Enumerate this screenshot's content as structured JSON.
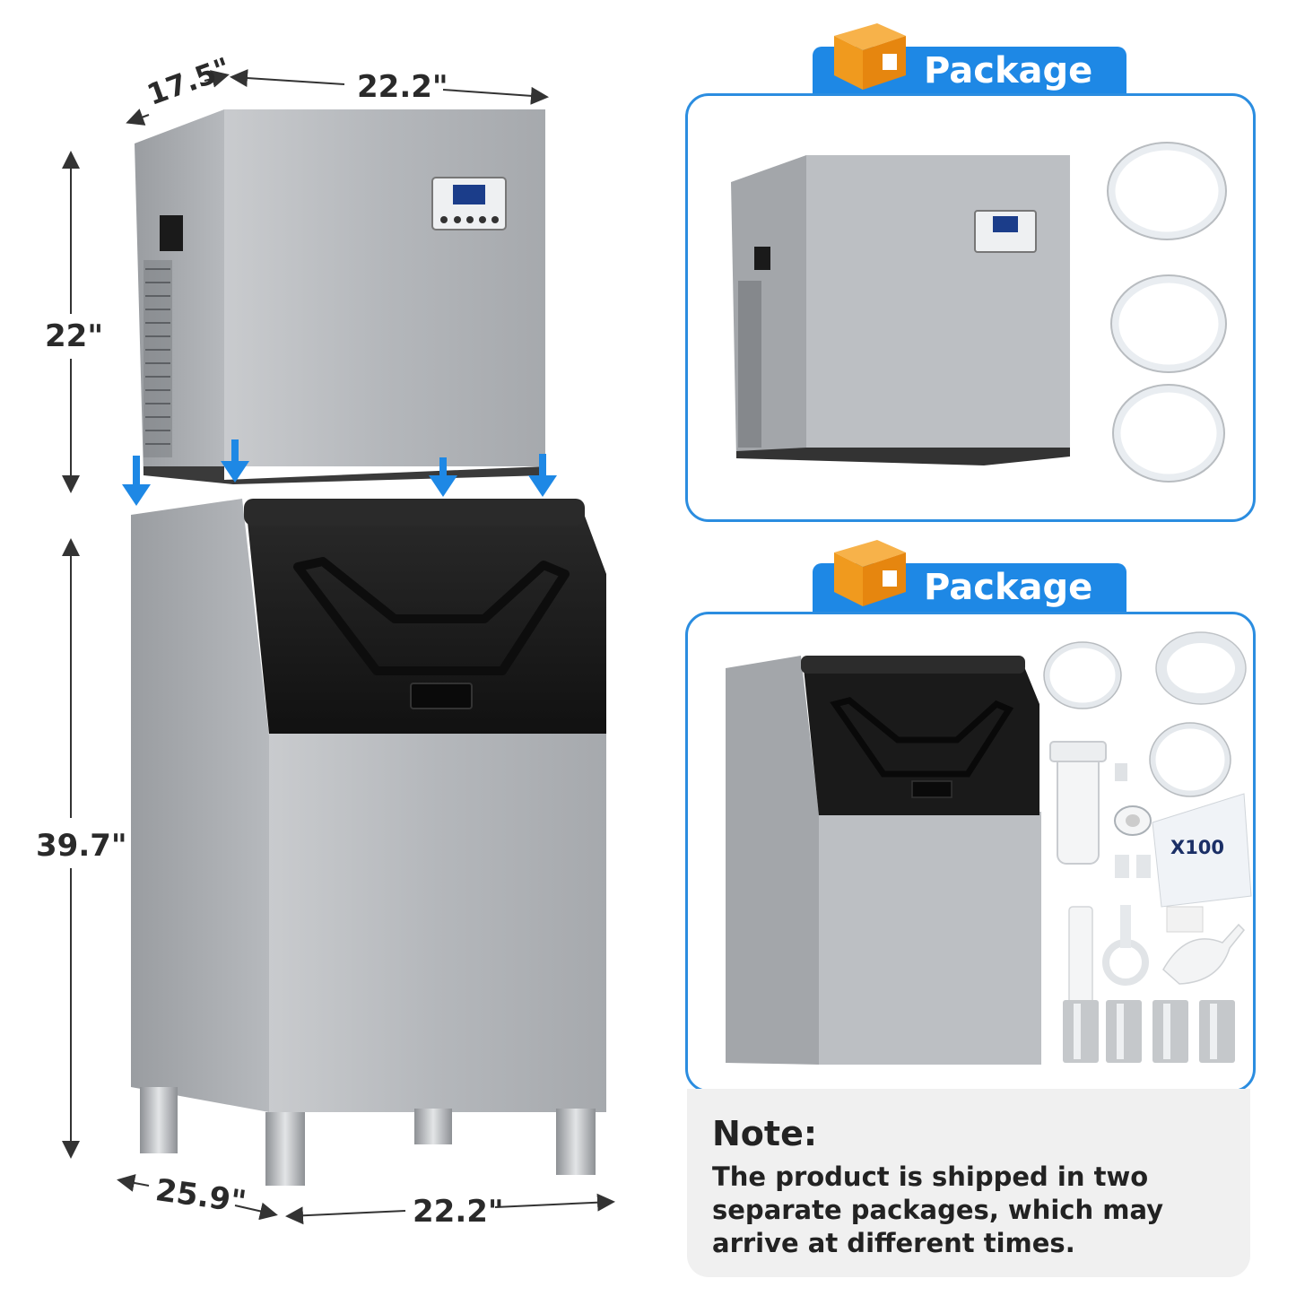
{
  "dimensions": {
    "top_depth": "17.5\"",
    "top_width": "22.2\"",
    "top_height": "22\"",
    "bin_height": "39.7\"",
    "bin_depth": "25.9\"",
    "bin_width": "22.2\""
  },
  "package1": {
    "title": "Package 1"
  },
  "package2": {
    "title": "Package 2",
    "bag_count": "X100"
  },
  "note": {
    "title": "Note:",
    "body": "The product is shipped in two separate packages, which may arrive at different times."
  },
  "colors": {
    "accent": "#1e88e5",
    "panel_border": "#2b8de0",
    "steel": "#b9bcc0",
    "black_panel": "#1c1c1c"
  }
}
